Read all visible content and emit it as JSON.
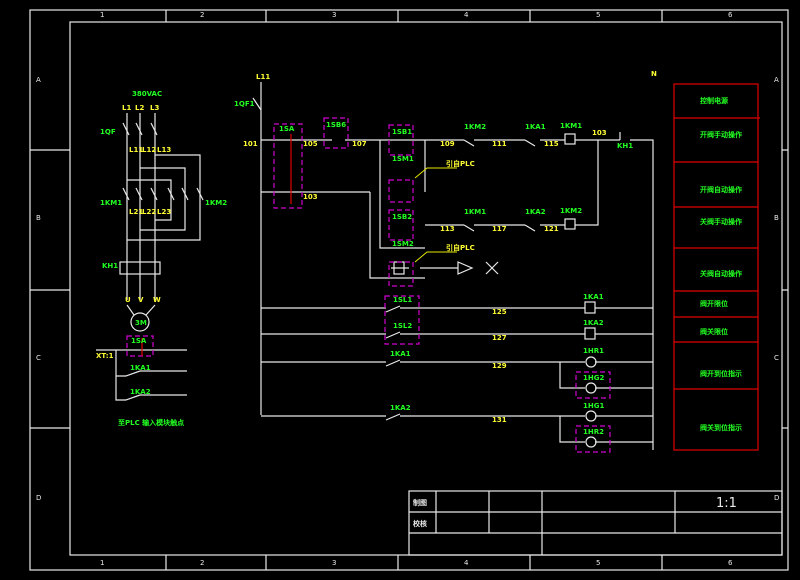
{
  "grid": {
    "cols": [
      "1",
      "2",
      "3",
      "4",
      "5",
      "6"
    ],
    "rows": [
      "A",
      "B",
      "C",
      "D"
    ]
  },
  "power": {
    "supply": "380VAC",
    "l1": "L1",
    "l2": "L2",
    "l3": "L3",
    "qf": "1QF",
    "l11": "L11",
    "l12": "L12",
    "l13": "L13",
    "km1": "1KM1",
    "km2": "1KM2",
    "l21": "L21",
    "l22": "L22",
    "l23": "L23",
    "kh": "KH1",
    "u": "U",
    "v": "V",
    "w": "W",
    "motor": "3M"
  },
  "plc": {
    "sa": "1SA",
    "xt": "XT:1",
    "ka1": "1KA1",
    "ka2": "1KA2",
    "note": "至PLC 输入模块触点"
  },
  "control": {
    "l11": "L11",
    "qf1": "1QF1",
    "n101": "101",
    "sa": "1SA",
    "n105": "105",
    "n103b": "103",
    "sb6": "1SB6",
    "n107": "107",
    "sb1": "1SB1",
    "sm1": "1SM1",
    "from_plc1": "引自PLC",
    "sb2": "1SB2",
    "sm2": "1SM2",
    "from_plc2": "引自PLC",
    "km2a": "1KM2",
    "n109": "109",
    "n111": "111",
    "ka1a": "1KA1",
    "n115": "115",
    "km1coil": "1KM1",
    "n103": "103",
    "kh1": "KH1",
    "n113": "113",
    "km1b": "1KM1",
    "n117": "117",
    "ka2b": "1KA2",
    "n121": "121",
    "km2coil": "1KM2",
    "sl1": "1SL1",
    "sl2": "1SL2",
    "n125": "125",
    "n127": "127",
    "ka1c": "1KA1",
    "n129": "129",
    "ka2c": "1KA2",
    "n131": "131",
    "ka1coil": "1KA1",
    "ka2coil": "1KA2",
    "hr1": "1HR1",
    "hg2": "1HG2",
    "hg1": "1HG1",
    "hr2": "1HR2",
    "n0": "N"
  },
  "legend": [
    "控制电源",
    "开阀手动操作",
    "开阀自动操作",
    "关阀手动操作",
    "关阀自动操作",
    "阀开限位",
    "阀关限位",
    "阀开到位指示",
    "阀关到位指示"
  ],
  "title_block": {
    "drawn": "制图",
    "checked": "校核",
    "scale": "1:1"
  }
}
